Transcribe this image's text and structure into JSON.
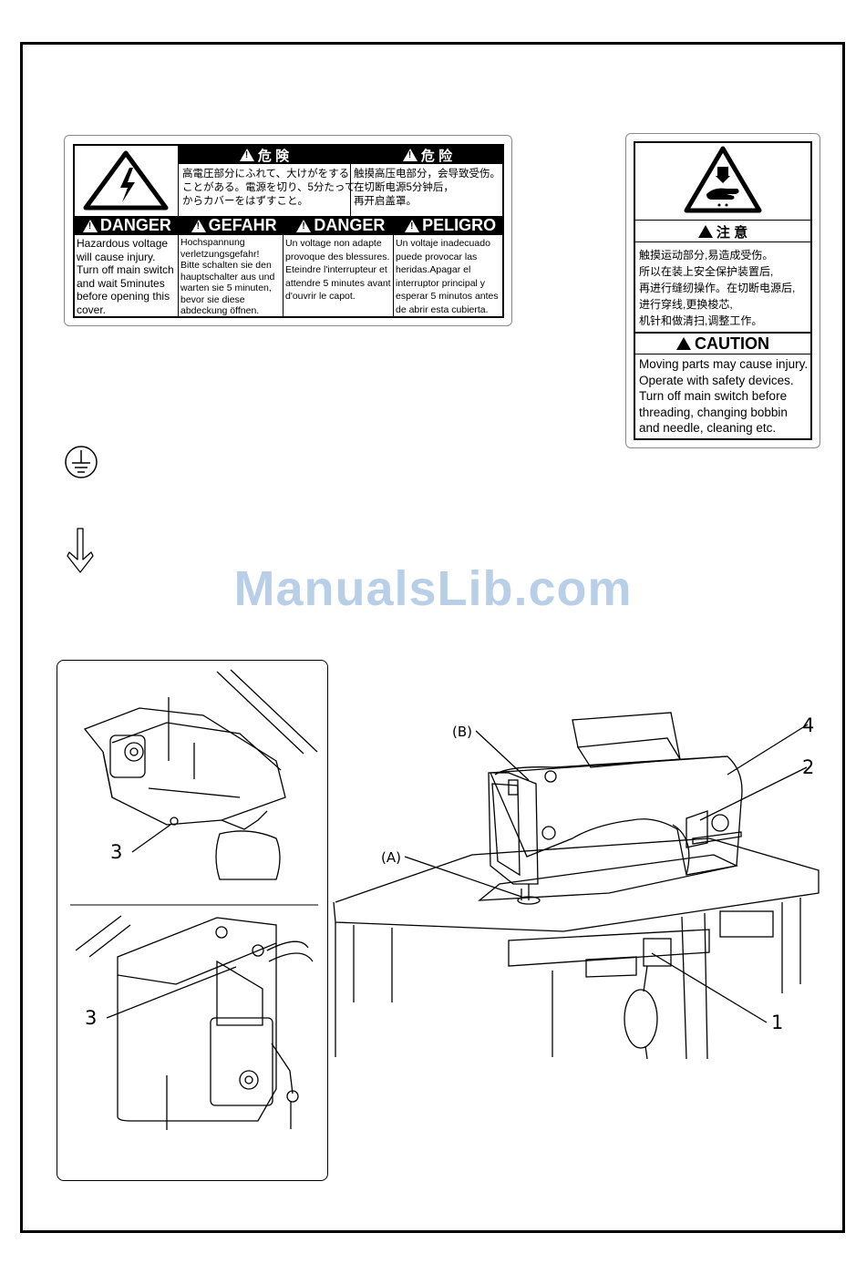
{
  "danger_label": {
    "kiken_jp": "危 険",
    "kiken_zh": "危 险",
    "jp_text": [
      "高電圧部分にふれて、大けがをする",
      "ことがある。電源を切り、5分たって",
      "からカバーをはずすこと。"
    ],
    "zh_text": [
      "触摸高压电部分，会导致受伤。",
      "在切断电源5分钟后，",
      "再开启盖罩。"
    ],
    "headers": [
      "DANGER",
      "GEFAHR",
      "DANGER",
      "PELIGRO"
    ],
    "en_text": [
      "Hazardous voltage",
      "will cause injury.",
      "Turn off main switch",
      "and wait 5minutes",
      "before opening this",
      "cover."
    ],
    "de_text": [
      "Hochspannung",
      "verletzungsgefahr!",
      "Bitte schalten sie den",
      "hauptschalter aus und",
      "warten sie 5 minuten,",
      "bevor sie diese",
      "abdeckung öffnen."
    ],
    "fr_text": [
      "Un voltage non adapte",
      "provoque des blessures.",
      "Eteindre l'interrupteur et",
      "attendre 5 minutes avant",
      "d'ouvrir le capot."
    ],
    "es_text": [
      "Un voltaje inadecuado",
      "puede provocar las",
      "heridas.Apagar el",
      "interruptor principal y",
      "esperar 5 minutos antes",
      "de abrir esta cubierta."
    ]
  },
  "caution_label": {
    "zhuyi": "注 意",
    "zh_text": [
      "触摸运动部分,易造成受伤。",
      "所以在装上安全保护装置后,",
      "再进行缝纫操作。在切断电源后,",
      "进行穿线,更换梭芯,",
      "机针和做清扫,调整工作。"
    ],
    "header": "CAUTION",
    "en_text": [
      "Moving parts may cause injury.",
      "Operate with safety devices.",
      "Turn off  main switch  before",
      "threading,  changing bobbin",
      "and needle, cleaning etc."
    ]
  },
  "watermark": "ManualsLib.com",
  "diagram": {
    "callouts": {
      "n4": "4",
      "n2": "2",
      "n1": "1",
      "n3a": "3",
      "n3b": "3",
      "la": "(A)",
      "lb": "(B)"
    }
  },
  "icons": [
    "protective-earth-icon",
    "down-arrow-icon",
    "high-voltage-icon",
    "hand-crush-icon"
  ]
}
